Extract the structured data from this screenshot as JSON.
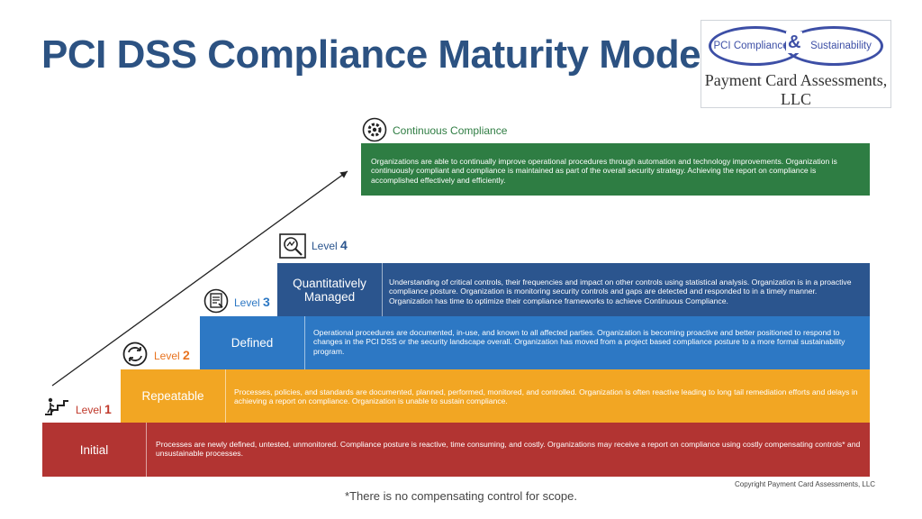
{
  "title": "PCI DSS Compliance Maturity Model",
  "logo": {
    "left_text": "PCI Compliance",
    "ampersand": "&",
    "right_text": "Sustainability",
    "company": "Payment Card Assessments, LLC"
  },
  "levels": [
    {
      "id": "initial",
      "level_word": "Level",
      "level_num": "1",
      "name": "Initial",
      "description": "Processes are newly defined, untested, unmonitored.  Compliance posture is reactive, time consuming, and costly.  Organizations may receive a report on compliance using costly compensating controls* and unsustainable processes.",
      "color": "#b23432",
      "accent_color": "#c0392b",
      "icon": "stairs-climber-icon"
    },
    {
      "id": "repeatable",
      "level_word": "Level",
      "level_num": "2",
      "name": "Repeatable",
      "description": "Processes, policies, and standards are documented, planned, performed, monitored, and controlled.  Organization is often reactive leading to long tail remediation efforts and delays in achieving a report on compliance.  Organization is unable to sustain compliance.",
      "color": "#f2a623",
      "accent_color": "#e8731f",
      "icon": "cycle-arrows-icon"
    },
    {
      "id": "defined",
      "level_word": "Level",
      "level_num": "3",
      "name": "Defined",
      "description": "Operational procedures are documented, in-use, and known to all affected parties.  Organization is becoming proactive and better positioned to respond to changes in the PCI DSS or the security landscape overall.  Organization has moved from a project based compliance posture to a more formal sustainability program.",
      "color": "#2d78c4",
      "accent_color": "#2d78c4",
      "icon": "checklist-icon"
    },
    {
      "id": "managed",
      "level_word": "Level",
      "level_num": "4",
      "name": "Quantitatively Managed",
      "description": "Understanding of critical controls, their frequencies and impact on other controls using statistical analysis.  Organization is in a proactive compliance posture.  Organization is monitoring security controls and gaps are detected and responded to in a timely manner.  Organization has time to optimize their compliance frameworks to achieve Continuous Compliance.",
      "color": "#2b558e",
      "accent_color": "#2b558e",
      "icon": "magnifier-chart-icon"
    }
  ],
  "continuous": {
    "label": "Continuous Compliance",
    "description": "Organizations are able to continually improve operational procedures through automation and technology improvements.  Organization is continuously compliant and compliance is maintained as part of the overall security strategy.  Achieving the report on compliance is accomplished effectively and efficiently.",
    "color": "#2e7d43",
    "icon": "gear-cycle-icon"
  },
  "footnote": "*There is no compensating control for scope.",
  "copyright": "Copyright Payment Card Assessments, LLC"
}
